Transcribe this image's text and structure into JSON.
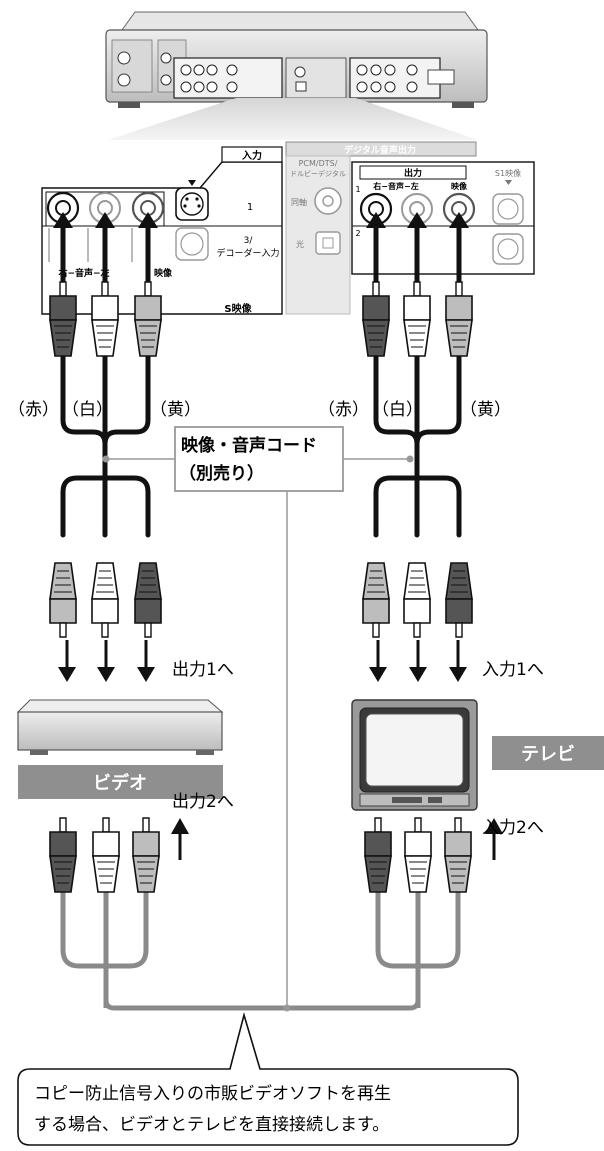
{
  "recorder_panel": {
    "input_header": "入力",
    "input_jack_label": "右−音声−左",
    "input_video_label": "映像",
    "input_no1": "1",
    "decoder_label_1": "3/",
    "decoder_label_2": "デコーダー入力",
    "s_video_label": "S映像",
    "digital_header": "デジタル音声出力",
    "pcm_label_1": "PCM/DTS/",
    "pcm_label_2": "ドルビーデジタル",
    "coaxial_label": "同軸",
    "optical_label": "光",
    "output_header": "出力",
    "output_no1": "1",
    "output_no2": "2",
    "output_jack_label": "右−音声−左",
    "output_video_label": "映像",
    "s1_video_label": "S1映像"
  },
  "plug_colors": {
    "left": [
      "（赤）",
      "（白）",
      "（黄）"
    ],
    "right": [
      "（赤）",
      "（白）",
      "（黄）"
    ]
  },
  "cable_label": {
    "line1": "映像・音声コード",
    "line2": "（別売り）"
  },
  "vcr": {
    "to_label": "出力1へ",
    "name": "ビデオ",
    "from_label": "出力2へ"
  },
  "tv": {
    "to_label": "入力1へ",
    "name": "テレビ",
    "from_label": "入力2へ"
  },
  "note": {
    "line1": "コピー防止信号入りの市販ビデオソフトを再生",
    "line2": "する場合、ビデオとテレビを直接接続します。"
  },
  "colors": {
    "red_plug": "#555555",
    "white_plug": "#ffffff",
    "yellow_plug": "#bdbdbd",
    "cable": "#111111",
    "gray_cable": "#8a8a8a",
    "label_band": "#8f8f8f"
  }
}
